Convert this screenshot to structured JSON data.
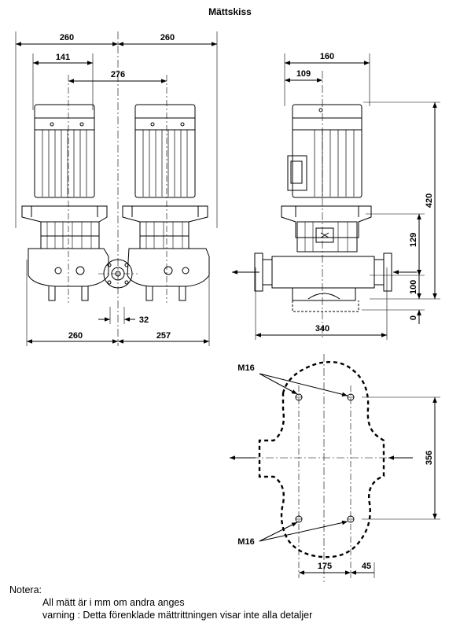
{
  "title": "Mättskiss",
  "front_view": {
    "dims": {
      "top_left": "260",
      "top_right": "260",
      "inner": "141",
      "span": "276",
      "small": "32",
      "bottom_left": "260",
      "bottom_right": "257"
    }
  },
  "side_view": {
    "dims": {
      "top": "160",
      "inner": "109",
      "bottom": "340",
      "h_total": "420",
      "h_mid": "129",
      "h_low": "100",
      "h_zero": "0"
    }
  },
  "base_view": {
    "labels": {
      "bolt_top": "M16",
      "bolt_bottom": "M16",
      "h": "356",
      "w1": "175",
      "w2": "45"
    }
  },
  "notes": {
    "heading": "Notera:",
    "line1": "All mätt är i mm om andra anges",
    "line2": "varning : Detta förenklade mättrittningen visar inte alla detaljer"
  }
}
